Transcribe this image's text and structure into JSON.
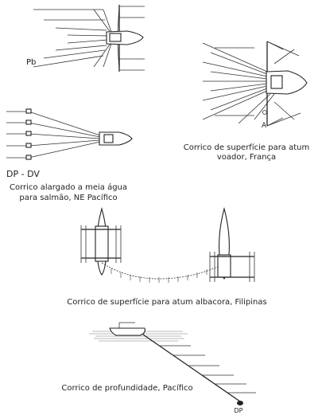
{
  "labels": {
    "pb": "Pb",
    "dp_dv": "DP - DV",
    "a": "A",
    "dp": "DP"
  },
  "captions": {
    "surface_tuna_line1": "Corrico de superfície para atum",
    "surface_tuna_line2": "voador, França",
    "salmon_line1": "Corrico alargado a meia água",
    "salmon_line2": "para salmão, NE Pacífico",
    "albacore": "Corrico de superfície para atum albacora, Filipinas",
    "deep": "Corrico de profundidade, Pacífico"
  }
}
